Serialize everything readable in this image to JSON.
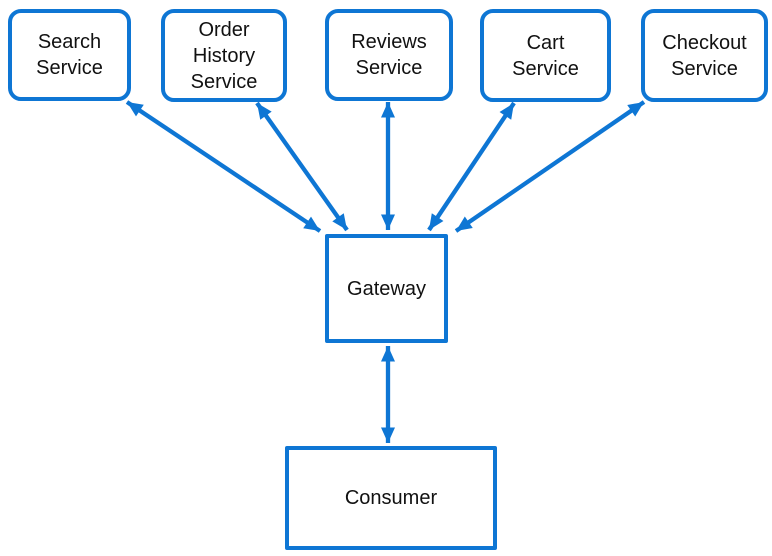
{
  "diagram": {
    "type": "service-architecture",
    "colors": {
      "accent": "#0e76d4",
      "text": "#111111",
      "background": "#ffffff"
    },
    "nodes": [
      {
        "id": "search-service",
        "label": "Search Service"
      },
      {
        "id": "order-history-service",
        "label": "Order History Service"
      },
      {
        "id": "reviews-service",
        "label": "Reviews Service"
      },
      {
        "id": "cart-service",
        "label": "Cart Service"
      },
      {
        "id": "checkout-service",
        "label": "Checkout Service"
      },
      {
        "id": "gateway",
        "label": "Gateway"
      },
      {
        "id": "consumer",
        "label": "Consumer"
      }
    ],
    "edges": [
      {
        "from": "search-service",
        "to": "gateway",
        "arrows": "both"
      },
      {
        "from": "order-history-service",
        "to": "gateway",
        "arrows": "both"
      },
      {
        "from": "reviews-service",
        "to": "gateway",
        "arrows": "both"
      },
      {
        "from": "cart-service",
        "to": "gateway",
        "arrows": "both"
      },
      {
        "from": "checkout-service",
        "to": "gateway",
        "arrows": "both"
      },
      {
        "from": "gateway",
        "to": "consumer",
        "arrows": "both"
      }
    ]
  }
}
